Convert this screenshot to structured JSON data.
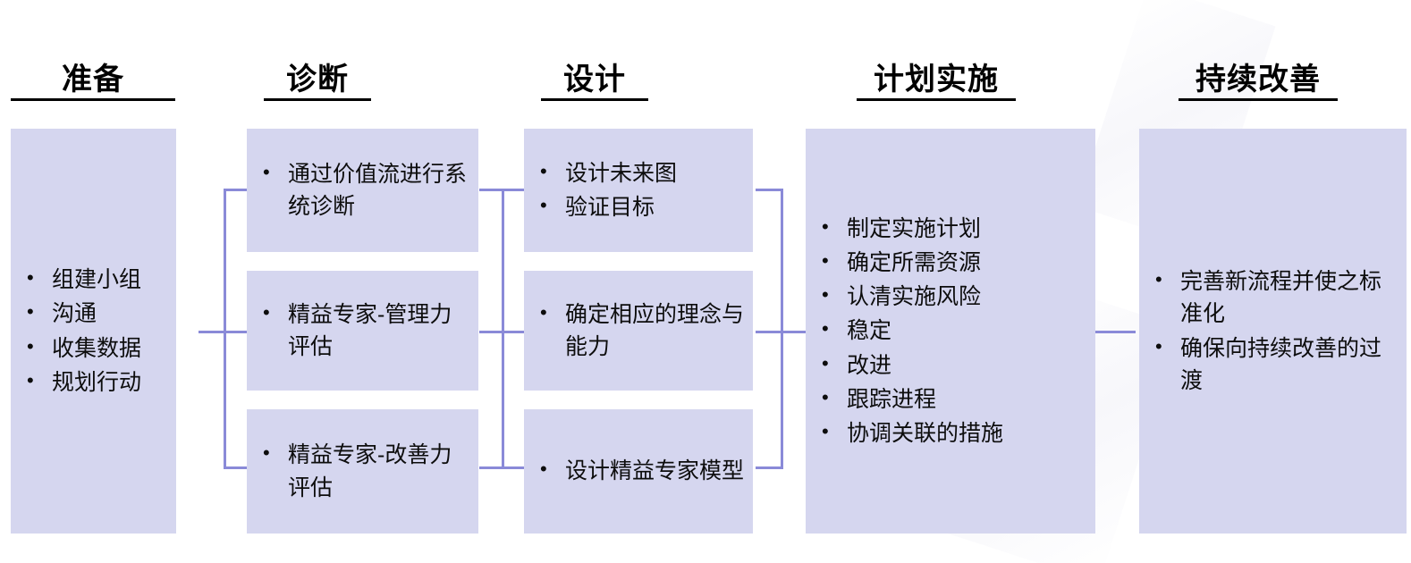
{
  "diagram": {
    "type": "process-roadmap",
    "accent_color": "#8a8ad8",
    "card_fill": "#d5d6ef",
    "title_color": "#000000",
    "background": "#ffffff",
    "stages": [
      {
        "id": "prepare",
        "title": "准备",
        "cards": [
          {
            "items": [
              "组建小组",
              "沟通",
              "收集数据",
              "规划行动"
            ]
          }
        ]
      },
      {
        "id": "diagnose",
        "title": "诊断",
        "cards": [
          {
            "items": [
              "通过价值流进行系统诊断"
            ]
          },
          {
            "items": [
              "精益专家-管理力评估"
            ]
          },
          {
            "items": [
              "精益专家-改善力评估"
            ]
          }
        ]
      },
      {
        "id": "design",
        "title": "设计",
        "cards": [
          {
            "items": [
              "设计未来图",
              "验证目标"
            ]
          },
          {
            "items": [
              "确定相应的理念与能力"
            ]
          },
          {
            "items": [
              "设计精益专家模型"
            ]
          }
        ]
      },
      {
        "id": "plan-implement",
        "title": "计划实施",
        "cards": [
          {
            "items": [
              "制定实施计划",
              "确定所需资源",
              "认清实施风险",
              "稳定",
              "改进",
              "跟踪进程",
              "协调关联的措施"
            ]
          }
        ]
      },
      {
        "id": "continuous-improvement",
        "title": "持续改善",
        "cards": [
          {
            "items": [
              "完善新流程并使之标准化",
              "确保向持续改善的过渡"
            ]
          }
        ]
      }
    ]
  }
}
